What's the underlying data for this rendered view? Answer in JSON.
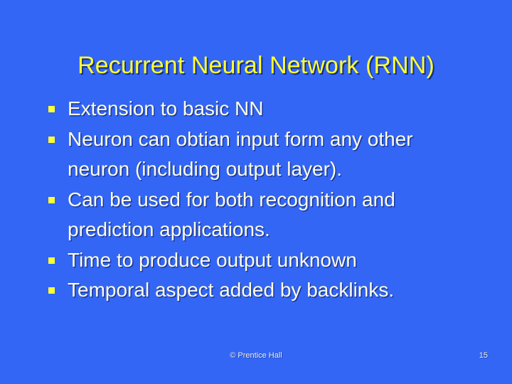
{
  "slide": {
    "background_color": "#3366f5",
    "title": "Recurrent Neural Network (RNN)",
    "title_color": "#ffff33",
    "body_text_color": "#fdfde4",
    "bullet_marker_color": "#ffff33",
    "bullet_marker_icon": "filled-square-bullet-icon",
    "bullets": [
      {
        "text": "Extension to basic NN"
      },
      {
        "text": "Neuron can obtian input form any other neuron (including output layer)."
      },
      {
        "text": "Can be used for both recognition and prediction applications."
      },
      {
        "text": "Time to produce output unknown"
      },
      {
        "text": "Temporal aspect added by backlinks."
      }
    ],
    "footer": {
      "copyright": "© Prentice Hall",
      "page_number": "15"
    }
  }
}
